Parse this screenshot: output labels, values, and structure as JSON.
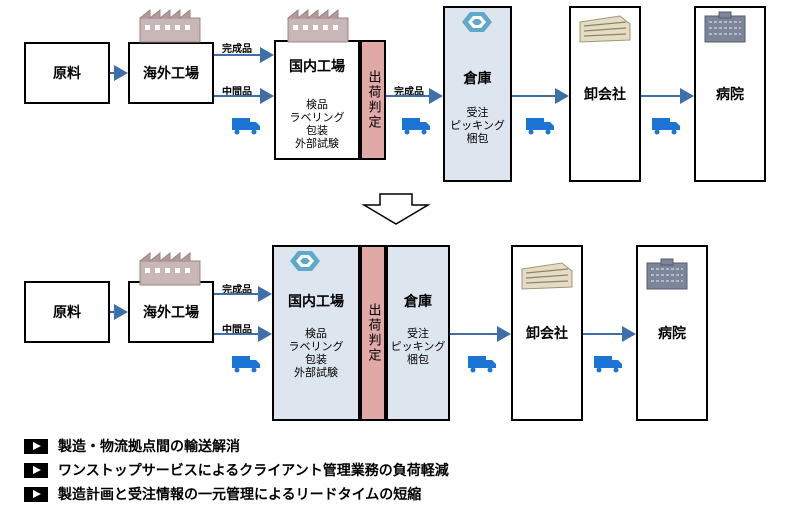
{
  "top": {
    "raw": "原料",
    "overseas": "海外工場",
    "finished_label": "完成品",
    "intermediate_label": "中間品",
    "domestic": {
      "title": "国内工場",
      "lines": [
        "検品",
        "ラベリング",
        "包装",
        "外部試験"
      ]
    },
    "shipping_judgement": "出荷判定",
    "finished_label_2": "完成品",
    "warehouse": {
      "title": "倉庫",
      "lines": [
        "受注",
        "ピッキング",
        "梱包"
      ]
    },
    "wholesaler": "卸会社",
    "hospital": "病院"
  },
  "bottom": {
    "raw": "原料",
    "overseas": "海外工場",
    "finished_label": "完成品",
    "intermediate_label": "中間品",
    "domestic": {
      "title": "国内工場",
      "lines": [
        "検品",
        "ラベリング",
        "包装",
        "外部試験"
      ]
    },
    "shipping_judgement": "出荷判定",
    "warehouse": {
      "title": "倉庫",
      "lines": [
        "受注",
        "ピッキング",
        "梱包"
      ]
    },
    "wholesaler": "卸会社",
    "hospital": "病院"
  },
  "legend": [
    "製造・物流拠点間の輸送解消",
    "ワンストップサービスによるクライアント管理業務の負荷軽減",
    "製造計画と受注情報の一元管理によるリードタイムの短縮"
  ],
  "colors": {
    "arrow": "#3f6fa8",
    "truck": "#1c74d4",
    "warehouse_fill": "#dde5ef",
    "judgement_fill": "#e0a9a6",
    "factory_roof": "#c9b6b6"
  },
  "icons": [
    "factory-icon",
    "truck-icon",
    "company-logo-icon",
    "office-building-icon",
    "hospital-building-icon",
    "down-arrow-icon",
    "play-icon"
  ]
}
